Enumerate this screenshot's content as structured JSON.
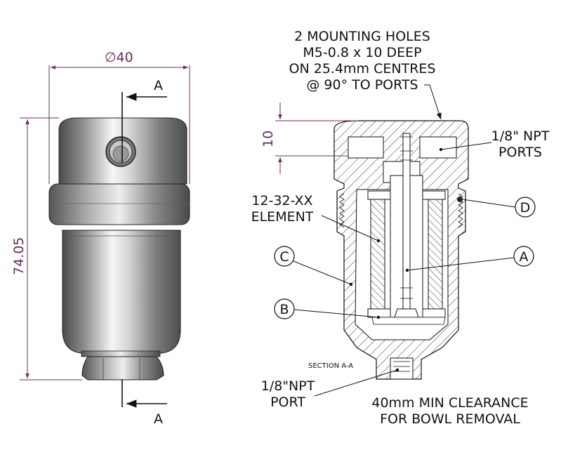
{
  "colors": {
    "dimension": "#6a2d5e",
    "outline": "#111111",
    "metal_dark": "#5a5a5a",
    "metal_light": "#f4f4f4"
  },
  "dimensions": {
    "diameter": "∅40",
    "height": "74.05",
    "hole_depth": "10"
  },
  "section_markers": {
    "top": "A",
    "bottom": "A"
  },
  "callouts": {
    "mounting_holes": [
      "2 MOUNTING HOLES",
      "M5-0.8 x 10 DEEP",
      "ON 25.4mm CENTRES",
      "@ 90° TO PORTS"
    ],
    "ports": [
      "1/8\" NPT",
      "PORTS"
    ],
    "element": [
      "12-32-XX",
      "ELEMENT"
    ],
    "bottom_port": [
      "1/8\"NPT",
      "PORT"
    ],
    "clearance": [
      "40mm MIN CLEARANCE",
      "FOR BOWL REMOVAL"
    ],
    "section_title": "SECTION A-A"
  },
  "bubbles": {
    "A": "A",
    "B": "B",
    "C": "C",
    "D": "D"
  }
}
